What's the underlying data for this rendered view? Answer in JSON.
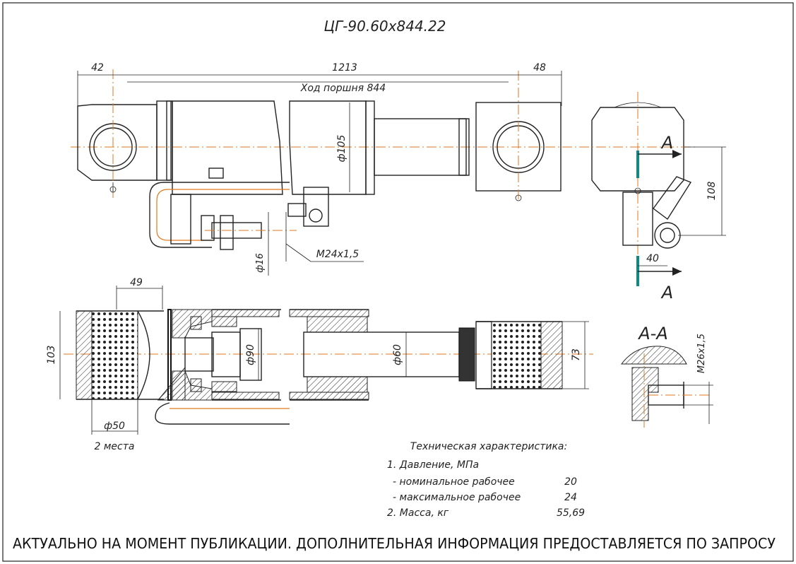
{
  "title": "ЦГ-90.60х844.22",
  "dimensions": {
    "d42": "42",
    "d1213": "1213",
    "d48": "48",
    "stroke_label": "Ход поршня 844",
    "d105": "ф105",
    "d108": "108",
    "d40": "40",
    "thread_m24": "М24х1,5",
    "d16": "ф16",
    "d49": "49",
    "d103": "103",
    "d90": "ф90",
    "d60": "ф60",
    "d73": "73",
    "d50": "ф50",
    "places": "2 места",
    "thread_m26": "М26х1,5"
  },
  "section": {
    "arrow_a_top": "А",
    "arrow_a_bottom": "А",
    "section_title": "А-А"
  },
  "specs": {
    "heading": "Техническая характеристика:",
    "pressure": "1. Давление, МПа",
    "nominal_label": "- номинальное рабочее",
    "nominal_value": "20",
    "max_label": "- максимальное рабочее",
    "max_value": "24",
    "mass_label": "2. Масса, кг",
    "mass_value": "55,69"
  },
  "footer": "АКТУАЛЬНО НА МОМЕНТ ПУБЛИКАЦИИ. ДОПОЛНИТЕЛЬНАЯ ИНФОРМАЦИЯ ПРЕДОСТАВЛЯЕТСЯ ПО ЗАПРОСУ",
  "colors": {
    "axis": "#e07a1f",
    "marker": "#0d8a86"
  }
}
